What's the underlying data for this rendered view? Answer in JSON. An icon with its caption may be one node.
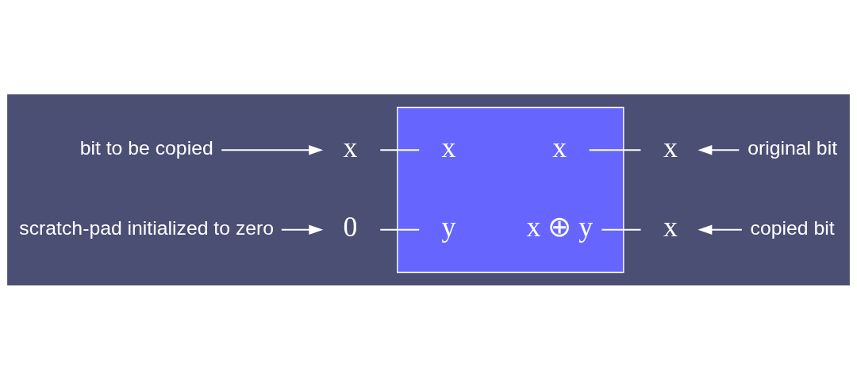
{
  "diagram": {
    "nodes": [
      {
        "text": [
          "bit to be copied"
        ]
      },
      {
        "text": [
          "original bit"
        ]
      },
      {
        "text": [
          "x"
        ]
      },
      {
        "text": [],
        "shape": "box"
      },
      {
        "text": [
          "x"
        ],
        "in": 3
      },
      {
        "text": [
          "x"
        ],
        "in": 3
      },
      {
        "text": [
          "x"
        ]
      },
      {
        "text": [
          "0"
        ]
      },
      {
        "text": [
          "y"
        ],
        "in": 3
      },
      {
        "text": [
          "x ⊕ y"
        ],
        "in": 3
      },
      {
        "text": [
          "x"
        ]
      },
      {
        "text": [
          "scratch-pad initialized to zero"
        ]
      },
      {
        "text": [
          "copied bit"
        ]
      }
    ],
    "edges": [
      {
        "from": 0,
        "to": 2,
        "arrow": "to"
      },
      {
        "from": 1,
        "to": 6,
        "arrow": "to"
      },
      {
        "from": 2,
        "to": 4,
        "arrow": "none"
      },
      {
        "from": 5,
        "to": 6,
        "arrow": "none"
      },
      {
        "from": 7,
        "to": 8,
        "arrow": "none"
      },
      {
        "from": 9,
        "to": 10,
        "arrow": "none"
      },
      {
        "from": 11,
        "to": 7,
        "arrow": "to"
      },
      {
        "from": 12,
        "to": 10,
        "arrow": "to"
      }
    ]
  }
}
